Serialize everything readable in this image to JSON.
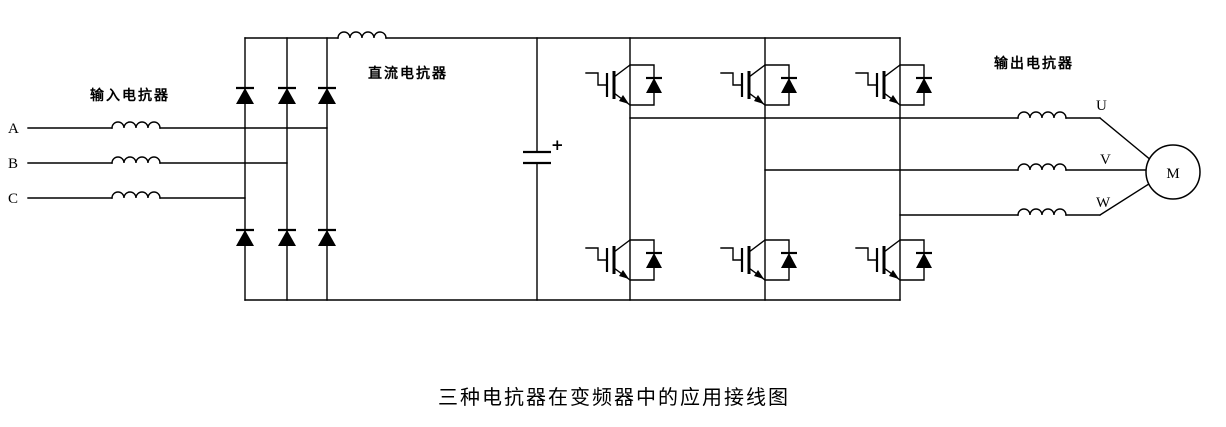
{
  "diagram": {
    "caption": "三种电抗器在变频器中的应用接线图",
    "labels": {
      "input_reactor": "输入电抗器",
      "dc_reactor": "直流电抗器",
      "output_reactor": "输出电抗器"
    },
    "input_phases": [
      "A",
      "B",
      "C"
    ],
    "output_phases": [
      "U",
      "V",
      "W"
    ],
    "motor": "M",
    "capacitor_polarity": "+",
    "colors": {
      "line": "#000000",
      "background": "#ffffff"
    }
  }
}
